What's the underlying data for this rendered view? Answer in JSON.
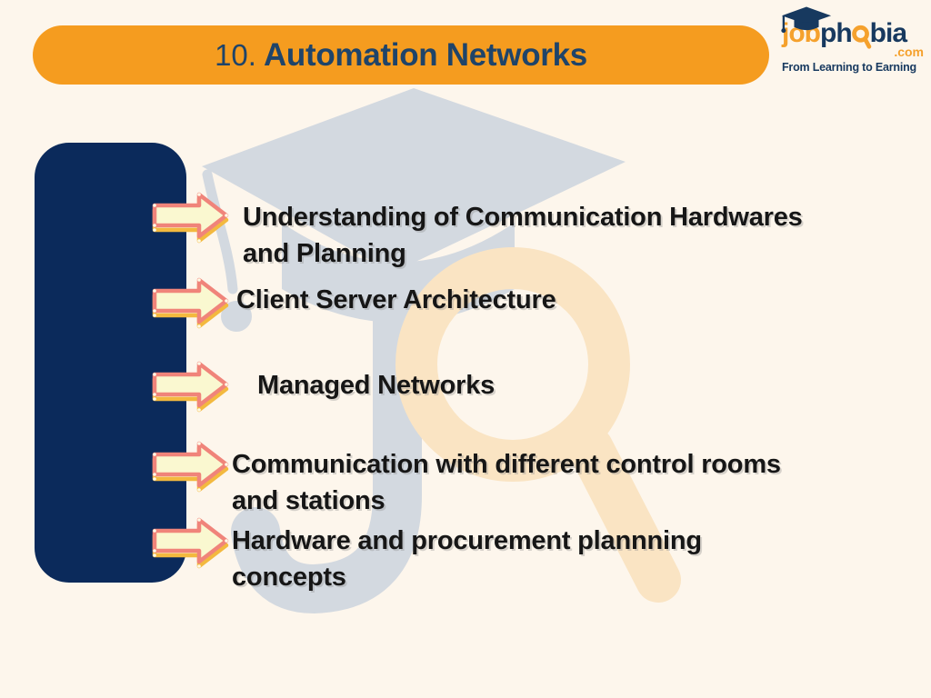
{
  "header": {
    "number": "10.",
    "title": "Automation Networks"
  },
  "logo": {
    "part_job": "job",
    "part_ph": "ph",
    "part_bia": "bia",
    "tld": ".com",
    "tagline": "From Learning to Earning"
  },
  "bullets": [
    {
      "lines": [
        "Understanding of Communication Hardwares",
        "and Planning"
      ]
    },
    {
      "lines": [
        "Client Server Architecture"
      ]
    },
    {
      "lines": [
        "Managed Networks"
      ]
    },
    {
      "lines": [
        "Communication with different control rooms",
        "and stations"
      ]
    },
    {
      "lines": [
        "Hardware and procurement plannning",
        "concepts"
      ]
    }
  ],
  "colors": {
    "background": "#FDF6EC",
    "header_orange": "#F59C1F",
    "header_navy": "#1F4469",
    "panel_navy": "#0B2A5B",
    "arrow_fill": "#FAF8D0",
    "arrow_outline": "#F0847A",
    "arrow_shadow": "#F3B93F",
    "body_text": "#161616",
    "watermark_gray": "#D3D9E0",
    "watermark_orange": "#FAE4C3",
    "logo_orange": "#F5A12D",
    "logo_navy": "#17395F"
  }
}
